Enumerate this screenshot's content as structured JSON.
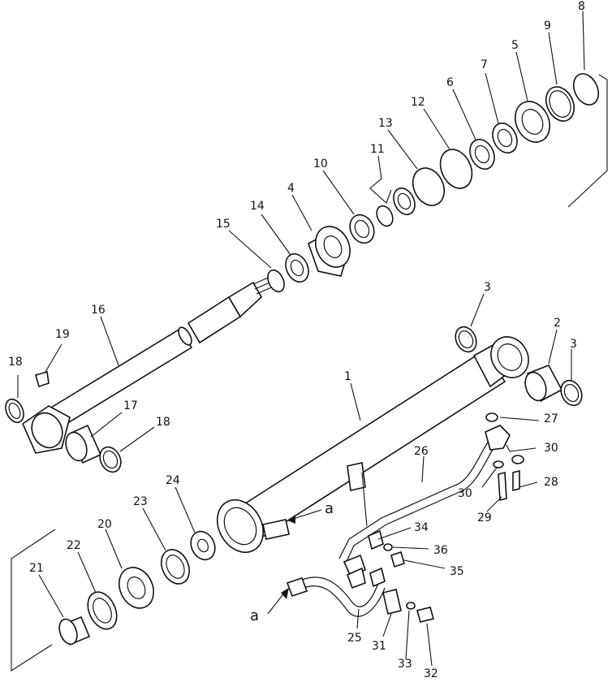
{
  "callouts": {
    "p1": "1",
    "p2": "2",
    "p3a": "3",
    "p3b": "3",
    "p4": "4",
    "p5": "5",
    "p6": "6",
    "p7": "7",
    "p8": "8",
    "p9": "9",
    "p10": "10",
    "p11": "11",
    "p12": "12",
    "p13": "13",
    "p14": "14",
    "p15": "15",
    "p16": "16",
    "p17": "17",
    "p18a": "18",
    "p18b": "18",
    "p19": "19",
    "p20": "20",
    "p21": "21",
    "p22": "22",
    "p23": "23",
    "p24": "24",
    "p25": "25",
    "p26": "26",
    "p27": "27",
    "p28": "28",
    "p29": "29",
    "p30a": "30",
    "p30b": "30",
    "p31": "31",
    "p32": "32",
    "p33": "33",
    "p34": "34",
    "p35": "35",
    "p36": "36"
  },
  "connectors": {
    "a_top": "a",
    "a_bottom": "a"
  }
}
